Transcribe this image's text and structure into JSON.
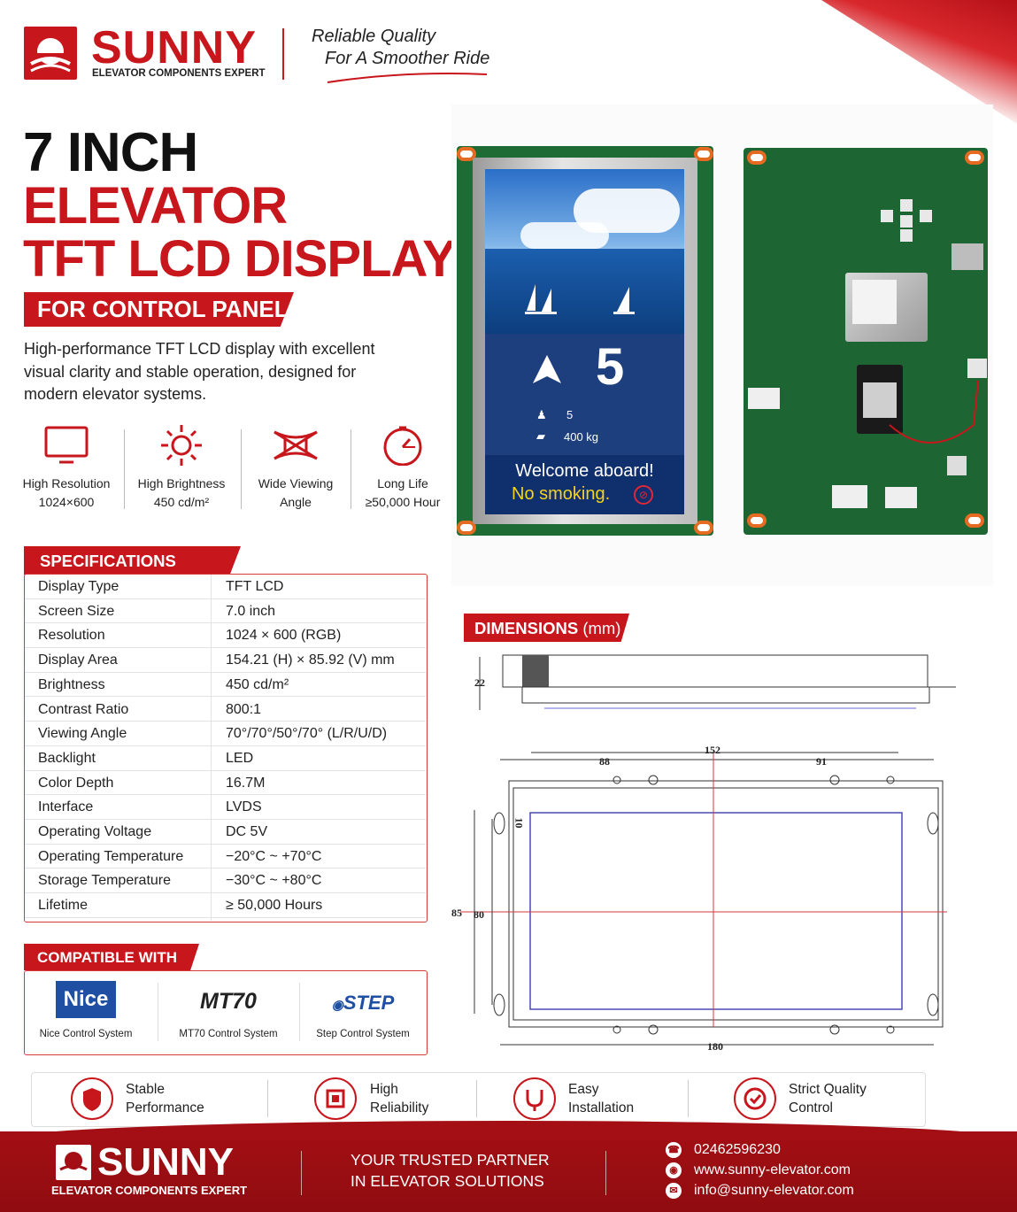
{
  "header": {
    "brand": "SUNNY",
    "brand_sub": "ELEVATOR COMPONENTS EXPERT",
    "tagline_1": "Reliable Quality",
    "tagline_2": "For A Smoother Ride"
  },
  "title": {
    "line1": "7 INCH",
    "line2": "ELEVATOR",
    "line3": "TFT LCD DISPLAY",
    "banner": "FOR CONTROL PANEL"
  },
  "description": "High-performance TFT LCD display with excellent visual clarity and stable operation, designed for modern elevator systems.",
  "features": [
    {
      "icon": "monitor-icon",
      "line1": "High Resolution",
      "line2": "1024×600"
    },
    {
      "icon": "sun-icon",
      "line1": "High Brightness",
      "line2": "450 cd/m²"
    },
    {
      "icon": "viewing-angle-icon",
      "line1": "Wide Viewing",
      "line2": "Angle"
    },
    {
      "icon": "timer-icon",
      "line1": "Long Life",
      "line2": "≥50,000 Hour"
    }
  ],
  "screen": {
    "floor": "5",
    "persons": "5",
    "load": "400 kg",
    "welcome": "Welcome aboard!",
    "notice": "No smoking."
  },
  "specs": {
    "heading": "SPECIFICATIONS",
    "rows": [
      {
        "label": "Display Type",
        "value": "TFT LCD"
      },
      {
        "label": "Screen Size",
        "value": "7.0 inch"
      },
      {
        "label": "Resolution",
        "value": "1024 × 600 (RGB)"
      },
      {
        "label": "Display Area",
        "value": "154.21 (H) × 85.92 (V) mm"
      },
      {
        "label": "Brightness",
        "value": "450 cd/m²"
      },
      {
        "label": "Contrast Ratio",
        "value": "800:1"
      },
      {
        "label": "Viewing Angle",
        "value": "70°/70°/50°/70° (L/R/U/D)"
      },
      {
        "label": "Backlight",
        "value": "LED"
      },
      {
        "label": "Color Depth",
        "value": "16.7M"
      },
      {
        "label": "Interface",
        "value": "LVDS"
      },
      {
        "label": "Operating Voltage",
        "value": "DC 5V"
      },
      {
        "label": "Operating Temperature",
        "value": "−20°C ~ +70°C"
      },
      {
        "label": "Storage Temperature",
        "value": "−30°C ~ +80°C"
      },
      {
        "label": "Lifetime",
        "value": "≥ 50,000 Hours"
      }
    ]
  },
  "compatible": {
    "heading": "COMPATIBLE WITH",
    "items": [
      {
        "logo": "Nice",
        "caption": "Nice Control System"
      },
      {
        "logo": "MT70",
        "caption": "MT70 Control System"
      },
      {
        "logo": "STEP",
        "caption": "Step Control System"
      }
    ]
  },
  "dimensions": {
    "heading": "DIMENSIONS",
    "unit": "(mm)",
    "labels": {
      "side": "22",
      "top_total": "152",
      "left": "88",
      "right": "91",
      "small": "10",
      "outer_h": "85",
      "inner_h": "80",
      "bottom": "180"
    }
  },
  "bottom_features": [
    {
      "icon": "shield-icon",
      "line1": "Stable",
      "line2": "Performance"
    },
    {
      "icon": "chip-icon",
      "line1": "High",
      "line2": "Reliability"
    },
    {
      "icon": "plug-icon",
      "line1": "Easy",
      "line2": "Installation"
    },
    {
      "icon": "check-badge-icon",
      "line1": "Strict Quality",
      "line2": "Control"
    }
  ],
  "footer": {
    "brand": "SUNNY",
    "brand_sub": "ELEVATOR COMPONENTS EXPERT",
    "slogan_1": "YOUR TRUSTED PARTNER",
    "slogan_2": "IN ELEVATOR SOLUTIONS",
    "phone": "02462596230",
    "website": "www.sunny-elevator.com",
    "email": "info@sunny-elevator.com"
  },
  "colors": {
    "brand_red": "#c8161d",
    "pcb_green": "#1f6b36",
    "screen_blue": "#1e3f7e"
  }
}
